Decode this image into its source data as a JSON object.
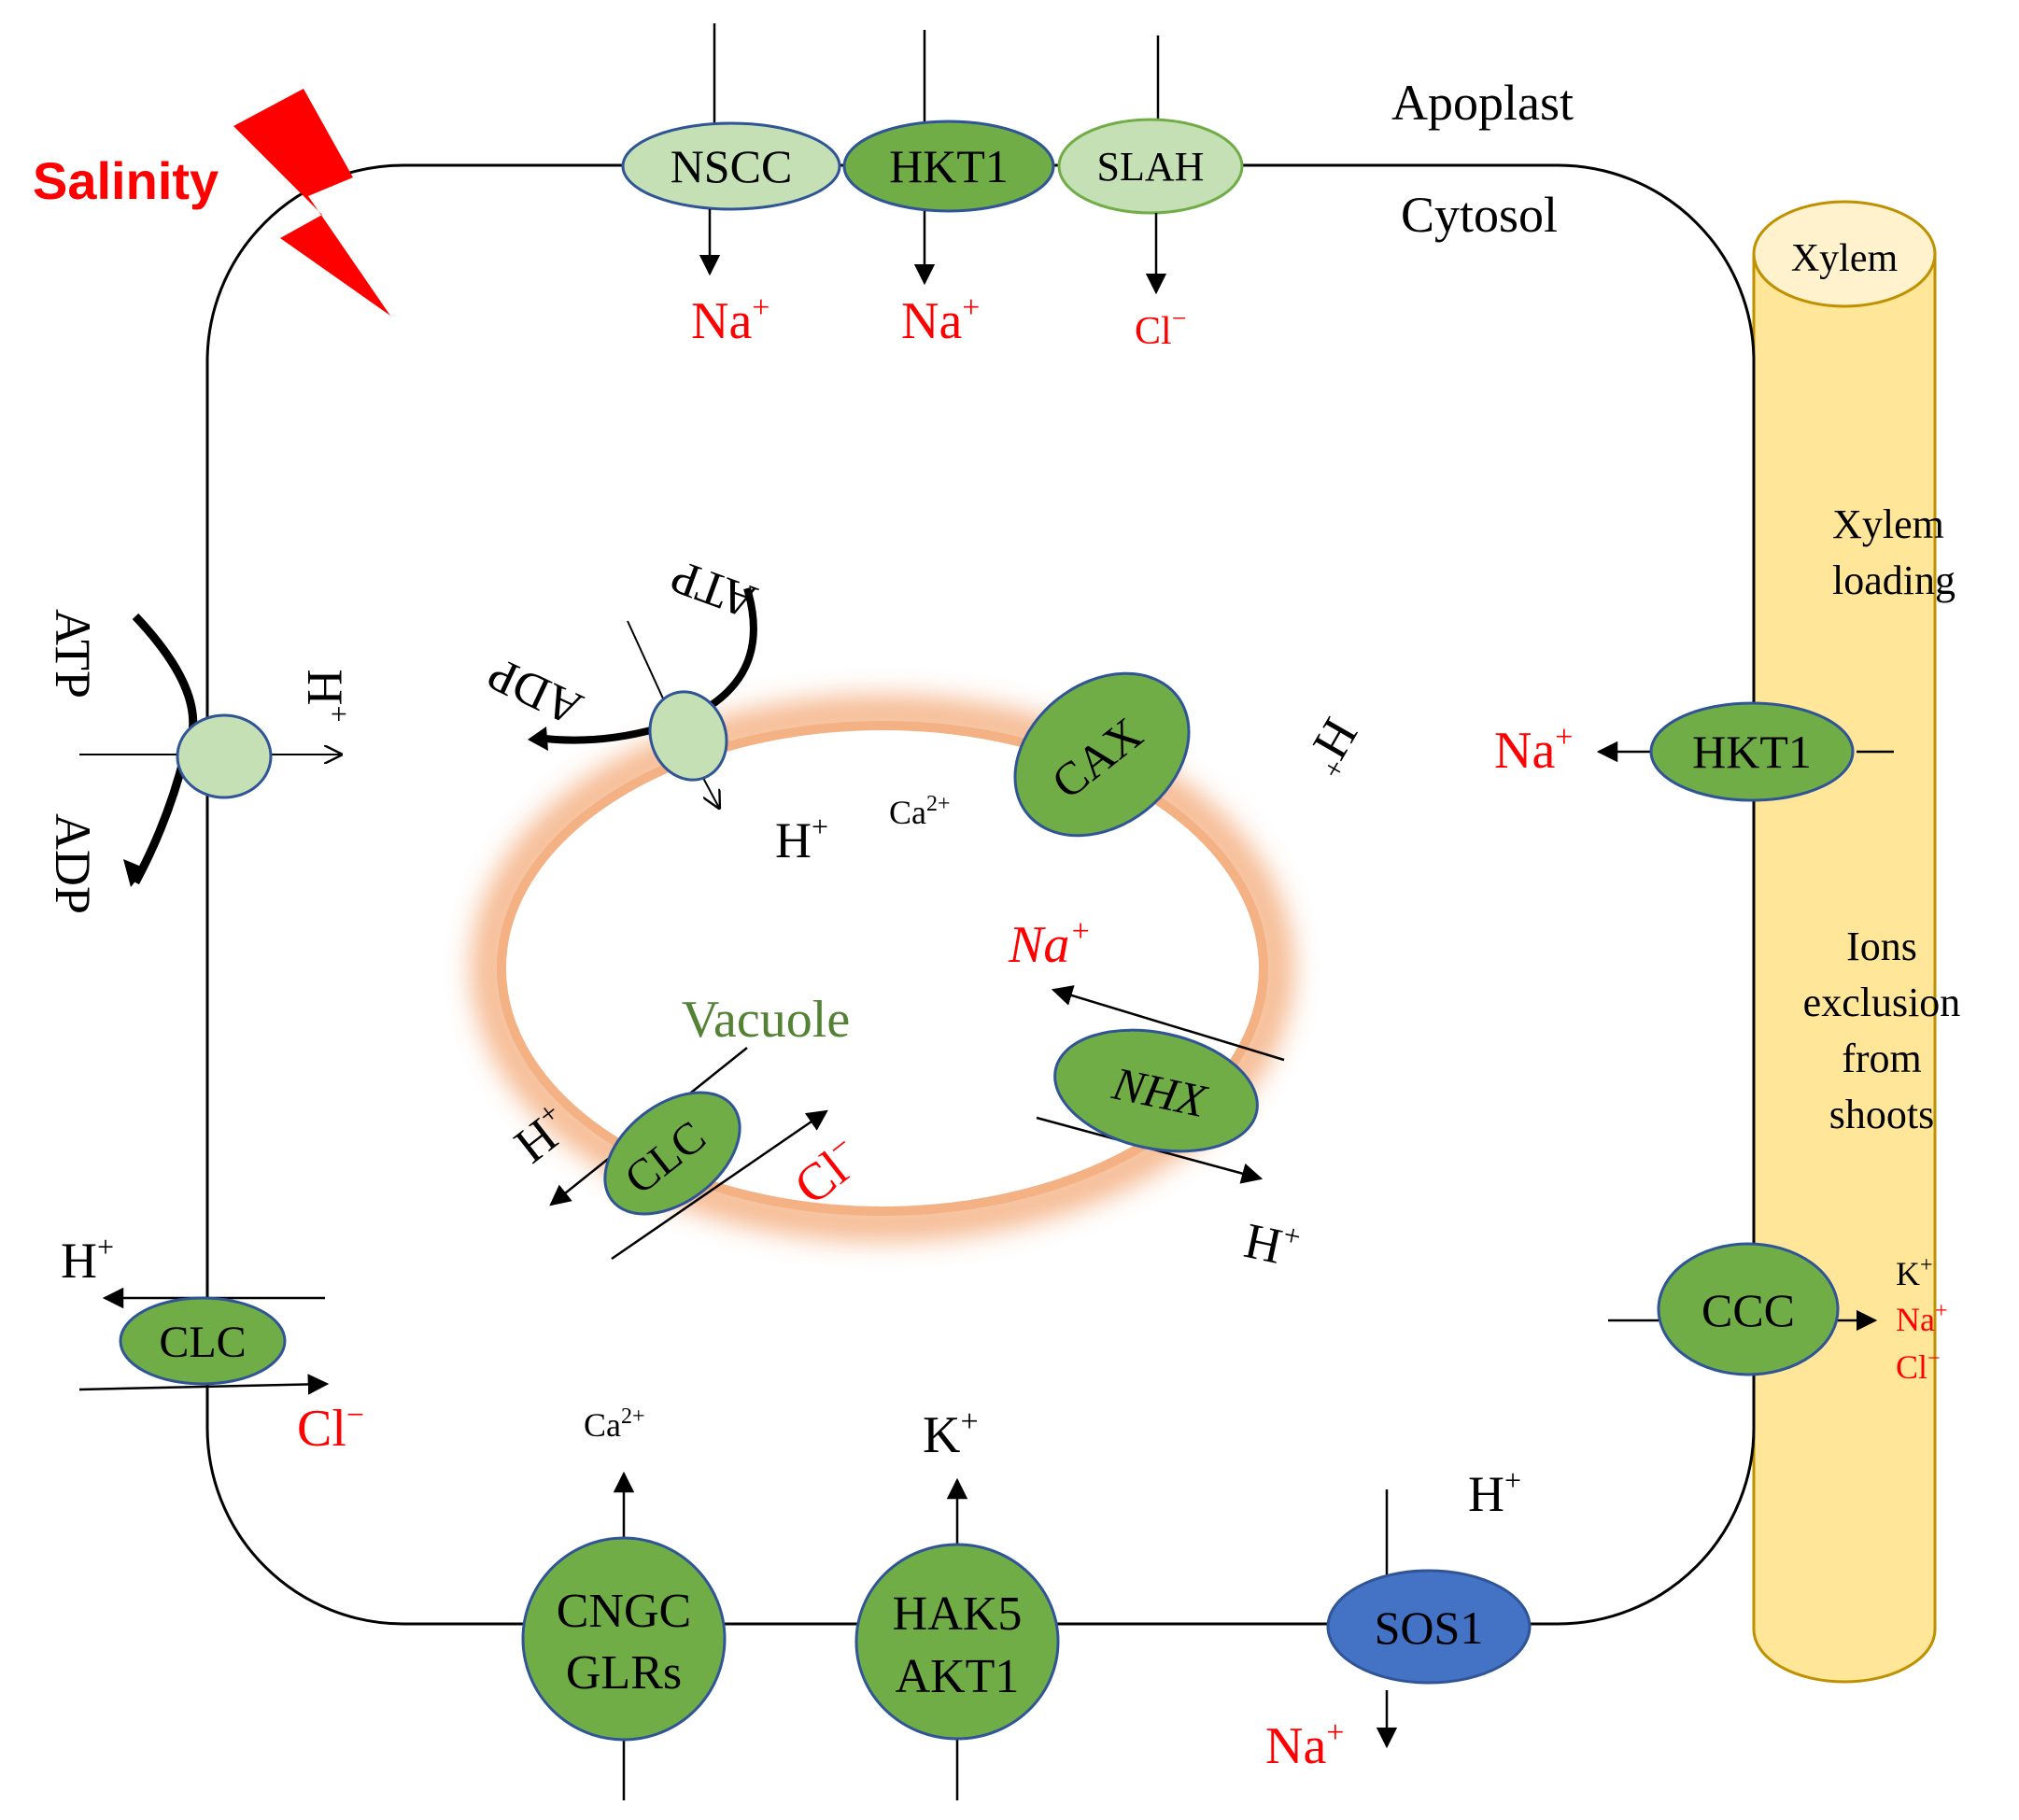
{
  "colors": {
    "red": "#ff0000",
    "dark_green": "#70ad47",
    "light_green": "#c5e0b4",
    "blue_border": "#2f5597",
    "sos1_blue": "#4472c4",
    "xylem_fill": "#ffe699",
    "xylem_border": "#bf9000",
    "vacuole_glow": "#f4b183",
    "vacuole_text": "#548235"
  },
  "labels": {
    "salinity": "Salinity",
    "apoplast": "Apoplast",
    "cytosol": "Cytosol",
    "xylem": "Xylem",
    "xylem_loading_1": "Xylem",
    "xylem_loading_2": "loading",
    "ions_1": "Ions",
    "ions_2": "exclusion",
    "ions_3": "from",
    "ions_4": "shoots",
    "vacuole": "Vacuole"
  },
  "transporters": {
    "nscc": "NSCC",
    "hkt1_top": "HKT1",
    "slah": "SLAH",
    "hkt1_xylem": "HKT1",
    "ccc": "CCC",
    "clc_plasma": "CLC",
    "clc_vac": "CLC",
    "cax": "CAX",
    "nhx": "NHX",
    "cngc": "CNGC",
    "glrs": "GLRs",
    "hak5": "HAK5",
    "akt1": "AKT1",
    "sos1": "SOS1"
  },
  "ions": {
    "na": "Na",
    "na_sup": "+",
    "cl": "Cl",
    "cl_sup": "−",
    "h": "H",
    "h_sup": "+",
    "k": "K",
    "k_sup": "+",
    "ca": "Ca",
    "ca_sup": "2+",
    "atp": "ATP",
    "adp": "ADP"
  }
}
